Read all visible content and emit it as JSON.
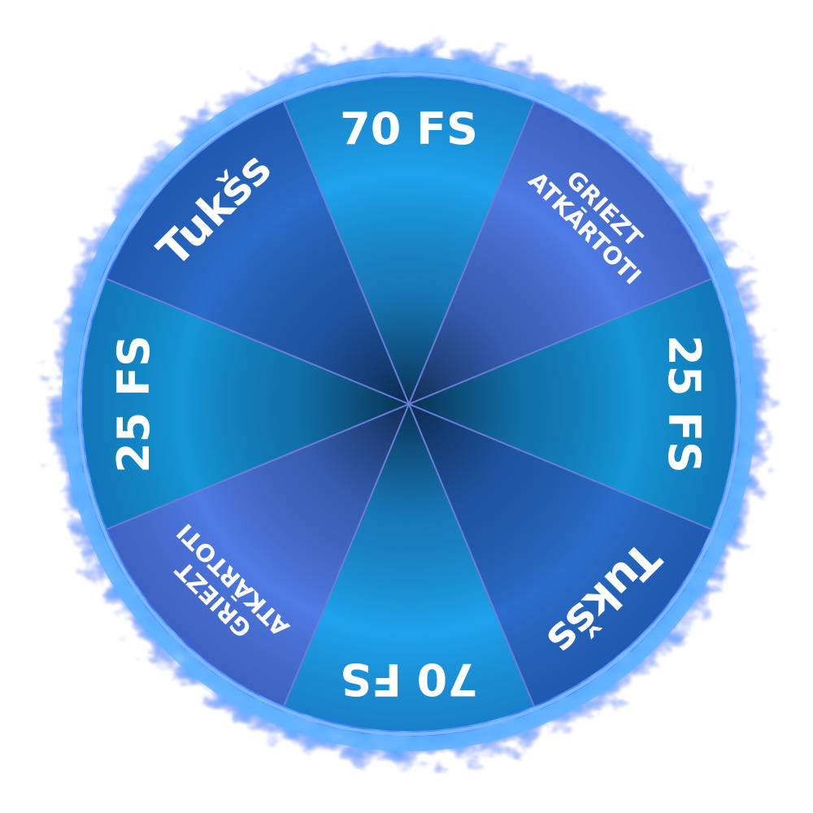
{
  "wheel": {
    "segments": [
      {
        "label": [
          "70 FS"
        ],
        "color": "#1ea2ee",
        "size": "big"
      },
      {
        "label": [
          "GRIEZT",
          "ATKĀRTOTI"
        ],
        "color": "#4f7be6",
        "size": "small"
      },
      {
        "label": [
          "25 FS"
        ],
        "color": "#1595d8",
        "size": "big"
      },
      {
        "label": [
          "Tukšs"
        ],
        "color": "#2a6dcc",
        "size": "big"
      },
      {
        "label": [
          "70 FS"
        ],
        "color": "#1ea2ee",
        "size": "big"
      },
      {
        "label": [
          "GRIEZT",
          "ATKĀRTOTI"
        ],
        "color": "#4f7be6",
        "size": "small"
      },
      {
        "label": [
          "25 FS"
        ],
        "color": "#1595d8",
        "size": "big"
      },
      {
        "label": [
          "Tukšs"
        ],
        "color": "#2a6dcc",
        "size": "big"
      }
    ],
    "rim_color": "#3a6cf0",
    "divider_color": "#6a7fd8"
  }
}
